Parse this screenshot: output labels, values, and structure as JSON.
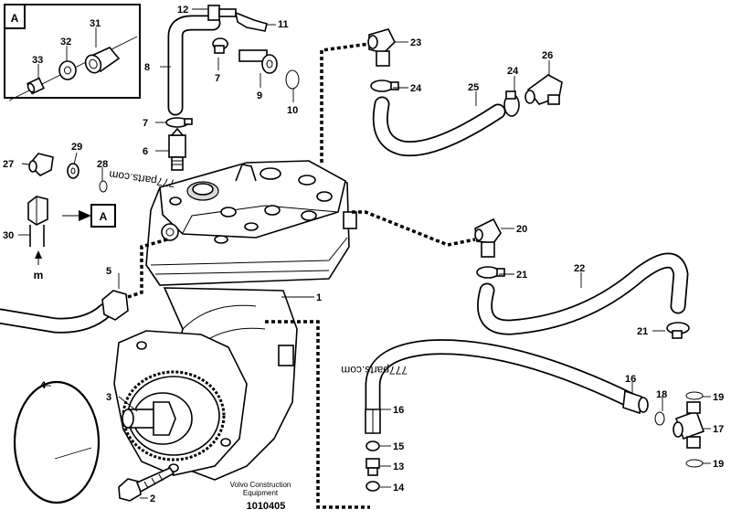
{
  "inset": {
    "label": "A"
  },
  "callout": {
    "label": "A"
  },
  "arrow": {
    "label": "m"
  },
  "watermarks": [
    "777parts.com",
    "777parts.com"
  ],
  "footer": {
    "brand_line1": "Volvo Construction",
    "brand_line2": "Equipment",
    "code": "1010405"
  },
  "part_numbers": {
    "p1": "1",
    "p2": "2",
    "p3": "3",
    "p4": "4",
    "p5": "5",
    "p6": "6",
    "p7a": "7",
    "p7b": "7",
    "p8": "8",
    "p9": "9",
    "p10": "10",
    "p11": "11",
    "p12": "12",
    "p13": "13",
    "p14": "14",
    "p15": "15",
    "p16a": "16",
    "p16b": "16",
    "p17": "17",
    "p18": "18",
    "p19a": "19",
    "p19b": "19",
    "p20": "20",
    "p21a": "21",
    "p21b": "21",
    "p22": "22",
    "p23": "23",
    "p24a": "24",
    "p24b": "24",
    "p25": "25",
    "p26": "26",
    "p27": "27",
    "p28": "28",
    "p29": "29",
    "p30": "30",
    "p31": "31",
    "p32": "32",
    "p33": "33"
  }
}
